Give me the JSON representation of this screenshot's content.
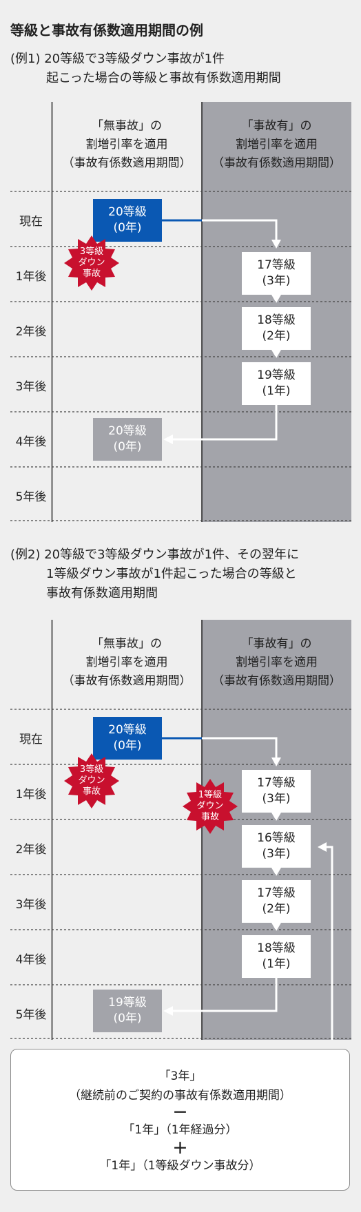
{
  "title": "等級と事故有係数適用期間の例",
  "example1": {
    "heading_line1": "(例1) 20等級で3等級ダウン事故が1件",
    "heading_line2": "起こった場合の等級と事故有係数適用期間",
    "col_no_accident": [
      "「無事故」の",
      "割増引率を適用",
      "（事故有係数適用期間）"
    ],
    "col_accident": [
      "「事故有」の",
      "割増引率を適用",
      "（事故有係数適用期間）"
    ],
    "rows": [
      "現在",
      "1年後",
      "2年後",
      "3年後",
      "4年後",
      "5年後"
    ],
    "boxes": [
      {
        "grade": "20等級",
        "period": "(0年)"
      },
      {
        "grade": "17等級",
        "period": "(3年)"
      },
      {
        "grade": "18等級",
        "period": "(2年)"
      },
      {
        "grade": "19等級",
        "period": "(1年)"
      },
      {
        "grade": "20等級",
        "period": "(0年)"
      }
    ],
    "badge": [
      "3等級",
      "ダウン",
      "事故"
    ]
  },
  "example2": {
    "heading_line1": "(例2) 20等級で3等級ダウン事故が1件、その翌年に",
    "heading_line2": "1等級ダウン事故が1件起こった場合の等級と",
    "heading_line3": "事故有係数適用期間",
    "col_no_accident": [
      "「無事故」の",
      "割増引率を適用",
      "（事故有係数適用期間）"
    ],
    "col_accident": [
      "「事故有」の",
      "割増引率を適用",
      "（事故有係数適用期間）"
    ],
    "rows": [
      "現在",
      "1年後",
      "2年後",
      "3年後",
      "4年後",
      "5年後"
    ],
    "boxes": [
      {
        "grade": "20等級",
        "period": "(0年)"
      },
      {
        "grade": "17等級",
        "period": "(3年)"
      },
      {
        "grade": "16等級",
        "period": "(3年)"
      },
      {
        "grade": "17等級",
        "period": "(2年)"
      },
      {
        "grade": "18等級",
        "period": "(1年)"
      },
      {
        "grade": "19等級",
        "period": "(0年)"
      }
    ],
    "badge1": [
      "3等級",
      "ダウン",
      "事故"
    ],
    "badge2": [
      "1等級",
      "ダウン",
      "事故"
    ],
    "note": {
      "line1": "「3年」",
      "line2": "（継続前のご契約の事故有係数適用期間）",
      "minus": "－",
      "line3": "「1年」（1年経過分）",
      "plus": "＋",
      "line4": "「1年」（1等級ダウン事故分）"
    }
  },
  "colors": {
    "accent_blue": "#0a58b3",
    "grey_column": "#a3a4aa",
    "badge_red": "#c8102e",
    "background": "#efefef"
  }
}
